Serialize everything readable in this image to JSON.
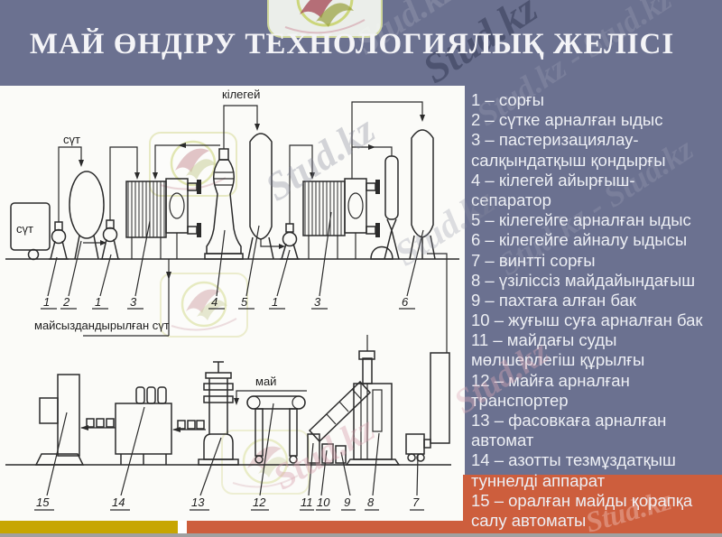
{
  "slide": {
    "title": "МАЙ ӨНДІРУ ТЕХНОЛОГИЯЛЫҚ ЖЕЛІСІ",
    "watermark_text": "Stud.kz",
    "watermark_pair": "Stud.kz - Stud.kz",
    "colors": {
      "background": "#6b7190",
      "panel": "#fbfbf8",
      "accent_orange": "#cd5e3d",
      "accent_yellow": "#c7a602",
      "footer_gray": "#a0a0a0",
      "title_text": "#f4f4f7",
      "legend_text": "#edeff4",
      "diagram_ink": "#2b2b2b"
    }
  },
  "legend": {
    "lines": [
      "1 – сорғы",
      "2 – сүтке арналған ыдыс",
      "3 – пастеризациялау-",
      "салқындатқыш қондырғы",
      "4 – кілегей айырғыш-",
      "сепаратор",
      "5 – кілегейге арналған ыдыс",
      "6 – кілегейге айналу ыдысы",
      "7 – винтті сорғы",
      "8 – үзіліссіз майдайындағыш",
      "9 – пахтаға алған бак",
      "10 – жуғыш суға арналған бак",
      "11 – майдағы суды",
      "мөлшерлегіш құрылғы",
      "12 – майға арналған",
      "транспортер",
      "13 – фасовкаға арналған",
      "автомат",
      "14 – азотты тезмұздатқыш",
      "туннелді аппарат",
      "15 – оралған майды қорапқа",
      "салу автоматы"
    ]
  },
  "diagram": {
    "labels": {
      "milk_top": "сүт",
      "milk_truck": "сүт",
      "cream": "кілегей",
      "skim_milk": "майсыздандырылған сүт",
      "butter": "май"
    },
    "top_callouts": [
      "1",
      "2",
      "1",
      "3",
      "4",
      "5",
      "1",
      "3",
      "6"
    ],
    "bottom_callouts": [
      "15",
      "14",
      "13",
      "12",
      "11",
      "10",
      "9",
      "8",
      "7"
    ]
  }
}
